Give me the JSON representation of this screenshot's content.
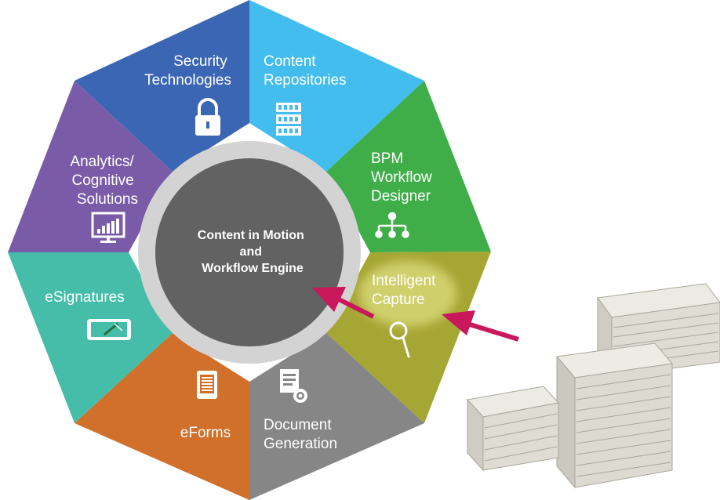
{
  "center": {
    "lines": [
      "Content in Motion",
      "and",
      "Workflow Engine"
    ]
  },
  "segments": [
    {
      "id": "security",
      "lines": [
        "Security",
        "Technologies"
      ],
      "color": "#3b66b3",
      "icon": "lock-icon"
    },
    {
      "id": "repositories",
      "lines": [
        "Content",
        "Repositories"
      ],
      "color": "#43bdee",
      "icon": "server-rack-icon"
    },
    {
      "id": "bpm",
      "lines": [
        "BPM",
        "Workflow",
        "Designer"
      ],
      "color": "#3fae49",
      "icon": "org-chart-icon"
    },
    {
      "id": "capture",
      "lines": [
        "Intelligent",
        "Capture"
      ],
      "color": "#a6a635",
      "icon": "magnifier-icon"
    },
    {
      "id": "docgen",
      "lines": [
        "Document",
        "Generation"
      ],
      "color": "#868686",
      "icon": "document-gear-icon"
    },
    {
      "id": "eforms",
      "lines": [
        "eForms"
      ],
      "color": "#d0702b",
      "icon": "form-tablet-icon"
    },
    {
      "id": "esignatures",
      "lines": [
        "eSignatures"
      ],
      "color": "#45bda8",
      "icon": "signature-tablet-icon"
    },
    {
      "id": "analytics",
      "lines": [
        "Analytics/",
        "Cognitive",
        "Solutions"
      ],
      "color": "#7a5ba8",
      "icon": "chart-monitor-icon"
    }
  ],
  "colors": {
    "ring": "#d3d3d3",
    "hub": "#626262",
    "arrow": "#c8175b",
    "paper": "#e4e3dc"
  },
  "arrows": [
    "capture-to-hub-arrow",
    "documents-to-capture-arrow"
  ],
  "illustration": "paper-stacks"
}
